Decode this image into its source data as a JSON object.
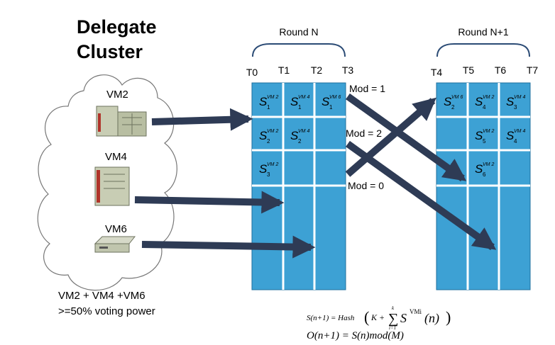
{
  "title": {
    "line1": "Delegate",
    "line2": "Cluster"
  },
  "rounds": {
    "n": "Round N",
    "n1": "Round N+1"
  },
  "time_labels_left": [
    "T0",
    "T1",
    "T2",
    "T3"
  ],
  "time_labels_right": [
    "T4",
    "T5",
    "T6",
    "T7"
  ],
  "vms": [
    "VM2",
    "VM4",
    "VM6"
  ],
  "vote_note": {
    "line1": "VM2 + VM4 +VM6",
    "line2": ">=50% voting power"
  },
  "mods": [
    "Mod = 1",
    "Mod = 2",
    "Mod = 0"
  ],
  "cells_left": [
    {
      "row": 0,
      "col": 0,
      "sub": "1",
      "sup": "VM 2"
    },
    {
      "row": 0,
      "col": 1,
      "sub": "1",
      "sup": "VM 4"
    },
    {
      "row": 0,
      "col": 2,
      "sub": "1",
      "sup": "VM 6"
    },
    {
      "row": 1,
      "col": 0,
      "sub": "2",
      "sup": "VM 2"
    },
    {
      "row": 1,
      "col": 1,
      "sub": "2",
      "sup": "VM 4"
    },
    {
      "row": 2,
      "col": 0,
      "sub": "3",
      "sup": "VM 2"
    }
  ],
  "cells_right": [
    {
      "row": 0,
      "col": 0,
      "sub": "2",
      "sup": "VM 6"
    },
    {
      "row": 0,
      "col": 1,
      "sub": "4",
      "sup": "VM 2"
    },
    {
      "row": 0,
      "col": 2,
      "sub": "3",
      "sup": "VM 4"
    },
    {
      "row": 1,
      "col": 1,
      "sub": "5",
      "sup": "VM 2"
    },
    {
      "row": 1,
      "col": 2,
      "sub": "4",
      "sup": "VM 4"
    },
    {
      "row": 2,
      "col": 1,
      "sub": "6",
      "sup": "VM 2"
    }
  ],
  "symbol": "S",
  "formula1": {
    "lhs": "S(n+1) = Hash",
    "k": "K +",
    "upper": "k",
    "lower": "i=1",
    "term": "S",
    "sup": "VMi",
    "arg": "(n)"
  },
  "formula2": "O(n+1) = S(n)mod(M)",
  "colors": {
    "grid": "#3da1d4",
    "arrow": "#2e3b55",
    "gridline": "#ffffff"
  }
}
